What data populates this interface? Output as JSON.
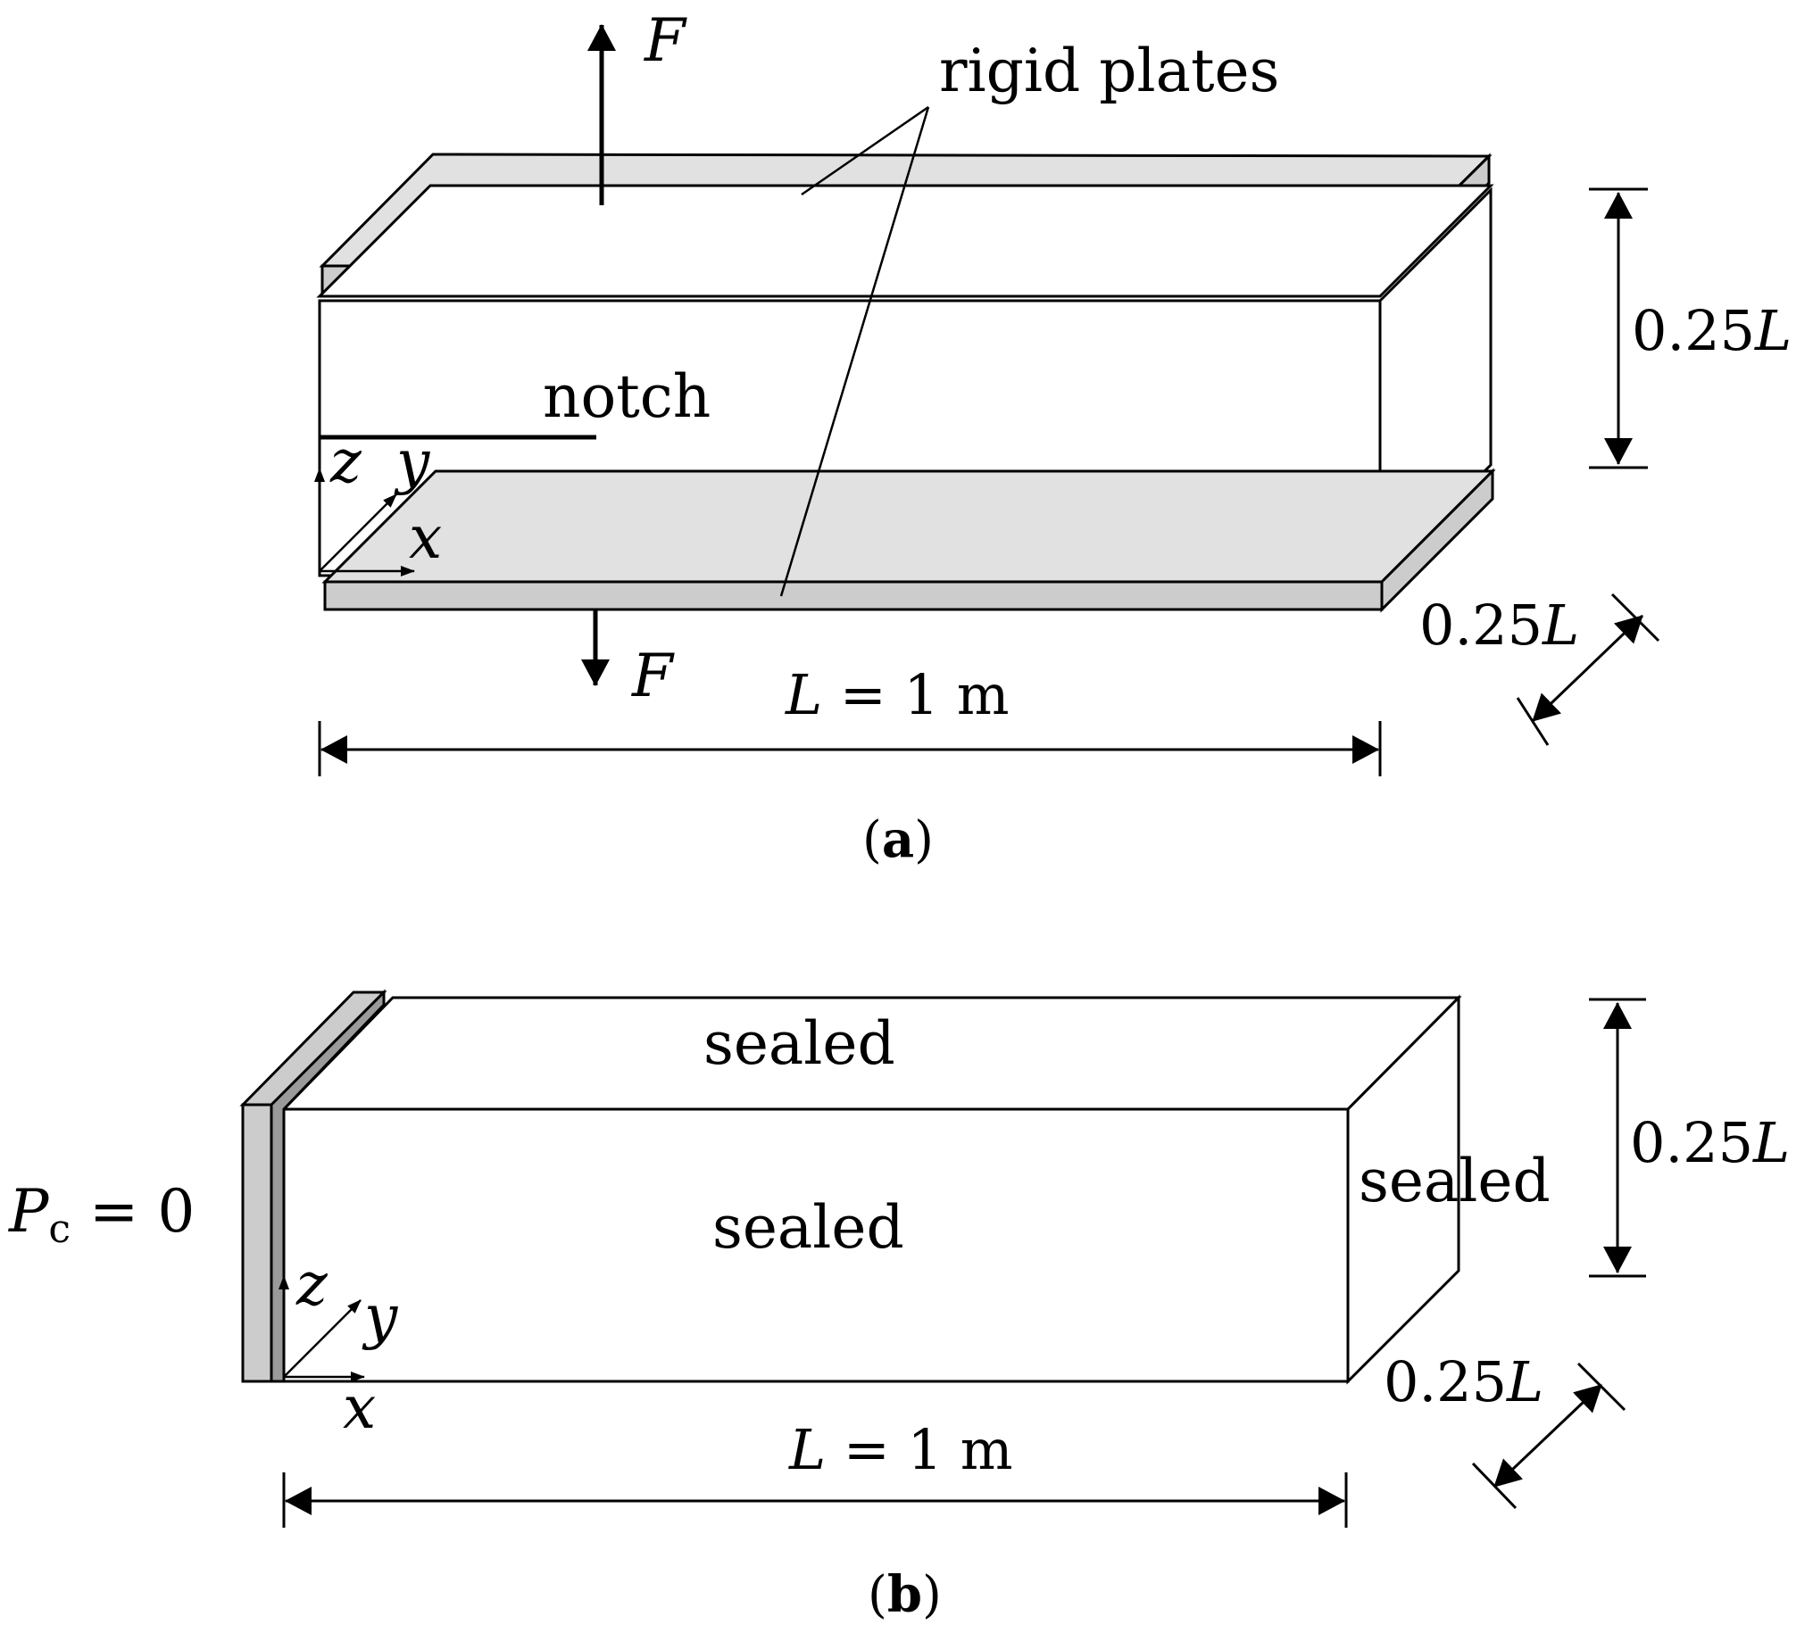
{
  "panel_a": {
    "caption_open": "(",
    "caption_letter": "a",
    "caption_close": ")",
    "force_symbol": "F",
    "rigid_plates_label": "rigid plates",
    "notch_label": "notch",
    "axis_x": "x",
    "axis_y": "y",
    "axis_z": "z",
    "height_dim": {
      "value": "0.25",
      "symbol": "L"
    },
    "depth_dim": {
      "value": "0.25",
      "symbol": "L"
    },
    "length_dim": {
      "symbol": "L",
      "equals": " = 1 m"
    }
  },
  "panel_b": {
    "caption_open": "(",
    "caption_letter": "b",
    "caption_close": ")",
    "pressure_symbol": "P",
    "pressure_subscript": "c",
    "pressure_equals": " = 0",
    "sealed_top": "sealed",
    "sealed_front": "sealed",
    "sealed_side": "sealed",
    "axis_x": "x",
    "axis_y": "y",
    "axis_z": "z",
    "height_dim": {
      "value": "0.25",
      "symbol": "L"
    },
    "depth_dim": {
      "value": "0.25",
      "symbol": "L"
    },
    "length_dim": {
      "symbol": "L",
      "equals": " = 1 m"
    }
  },
  "colors": {
    "plate_fill": "#cccccc",
    "plate_top_fill": "#e1e1e1",
    "plate_dark_fill": "#9a9a9a",
    "body_fill": "#ffffff",
    "stroke": "#000000"
  }
}
